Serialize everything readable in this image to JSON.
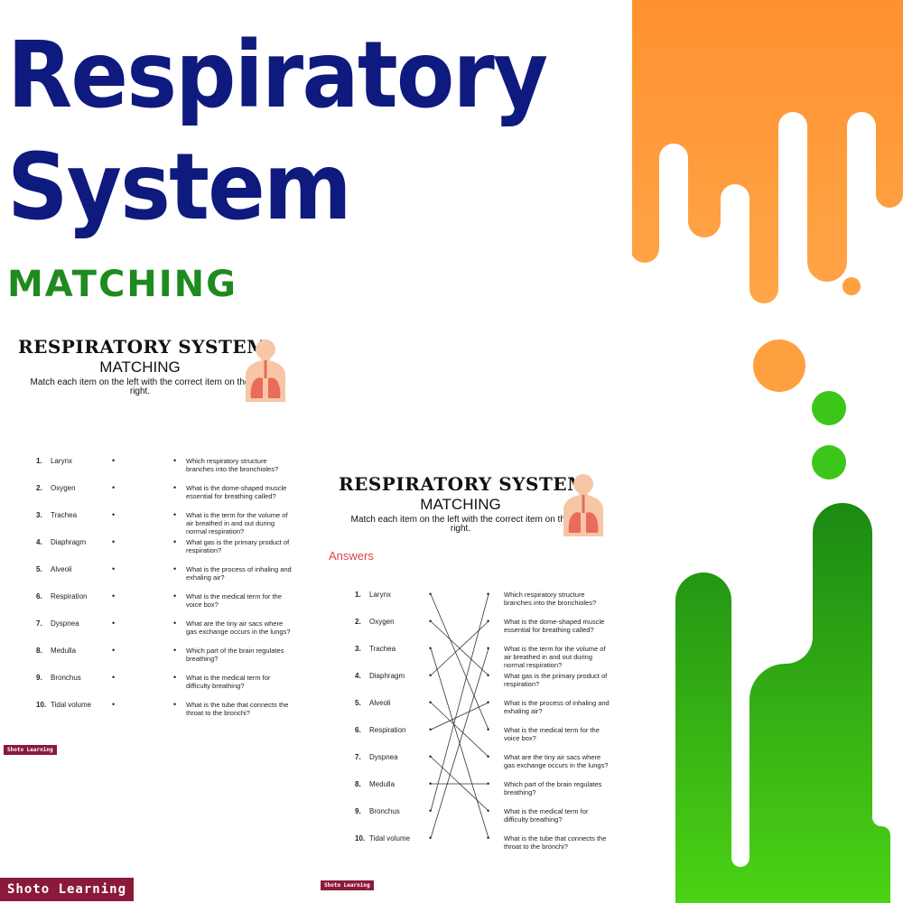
{
  "hero": {
    "title_line1": "Respiratory",
    "title_line2": "System",
    "subtitle": "MATCHING"
  },
  "colors": {
    "title": "#0f1a7e",
    "subtitle": "#1f8a1f",
    "orange": "#ff9a3c",
    "green": "#2aa51f",
    "brand": "#8b1a3a",
    "answers": "#e0404a"
  },
  "icons": {
    "sheet_icon": "lungs-icon"
  },
  "worksheet": {
    "title": "RESPIRATORY SYSTEM",
    "subtitle": "MATCHING",
    "instructions": "Match each item on the left with the correct item on the right.",
    "brand": "Shoto Learning",
    "numbers": [
      "1.",
      "2.",
      "3.",
      "4.",
      "5.",
      "6.",
      "7.",
      "8.",
      "9.",
      "10."
    ],
    "terms": [
      "Larynx",
      "Oxygen",
      "Trachea",
      "Diaphragm",
      "Alveoli",
      "Respiration",
      "Dyspnea",
      "Medulla",
      "Bronchus",
      "Tidal volume"
    ],
    "questions": [
      "Which respiratory structure branches into the bronchioles?",
      "What is the dome-shaped muscle essential for breathing called?",
      "What is the term for the volume of air breathed in and out during normal respiration?",
      "What gas is the primary product of respiration?",
      "What is the process of inhaling and exhaling air?",
      "What is the medical term for the voice box?",
      "What are the tiny air sacs where gas exchange occurs in the lungs?",
      "Which part of the brain regulates breathing?",
      "What is the medical term for difficulty breathing?",
      "What is the tube that connects the throat to the bronchi?"
    ]
  },
  "answer_sheet": {
    "title": "RESPIRATORY SYSTEM",
    "subtitle": "MATCHING",
    "instructions": "Match each item on the left with the correct item on the right.",
    "answers_label": "Answers",
    "brand": "Shoto Learning",
    "matches": [
      6,
      4,
      10,
      2,
      7,
      5,
      9,
      8,
      1,
      3
    ]
  },
  "footer_brand": "Shoto Learning"
}
